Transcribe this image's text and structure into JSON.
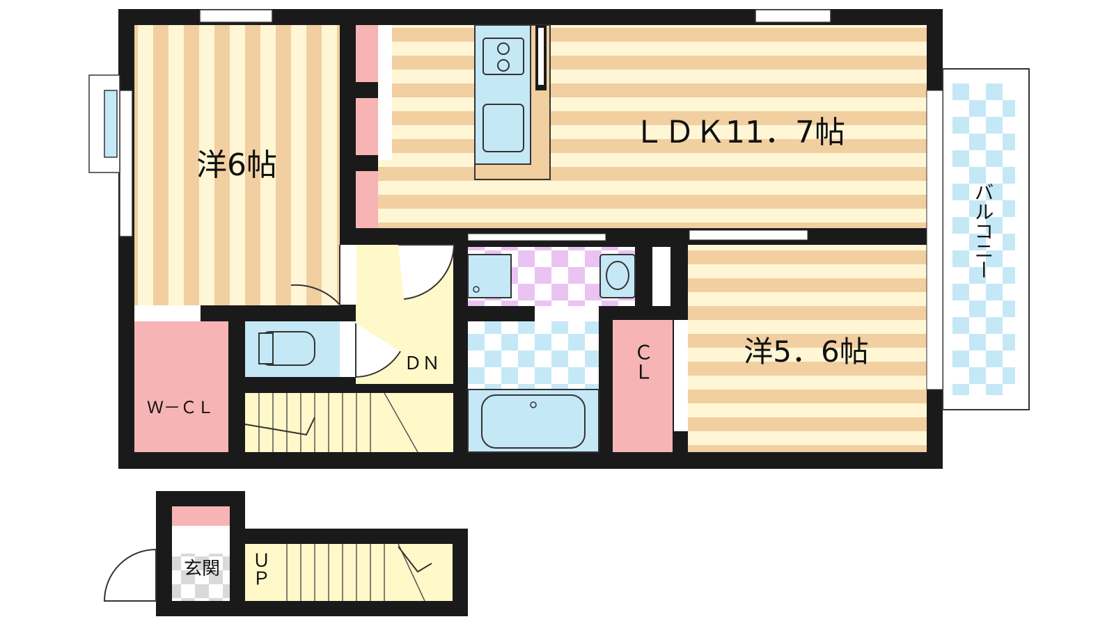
{
  "rooms": {
    "western_6": "洋6帖",
    "ldk": "ＬＤＫ11．7帖",
    "western_5_6": "洋5．6帖",
    "balcony": "バルコニー",
    "wcl": "Ｗ－ＣＬ",
    "cl": "ＣＬ",
    "dn": "ＤＮ",
    "up": "ＵＰ",
    "entrance": "玄関"
  },
  "colors": {
    "wall": "#1a1a1a",
    "floor_stripe_a": "#f2cfa0",
    "floor_stripe_b": "#fff6d6",
    "closet_pink": "#f7b4b4",
    "wet_blue": "#c5e8f7",
    "washroom_pink": "#eac3f3",
    "hall_yellow": "#fff8c8",
    "entrance_gray": "#d9d9d9"
  },
  "fixtures": [
    "kitchen-stove",
    "kitchen-sink",
    "toilet",
    "washbasin",
    "washing-machine-pan",
    "bathtub",
    "stairs-up",
    "stairs-down"
  ]
}
